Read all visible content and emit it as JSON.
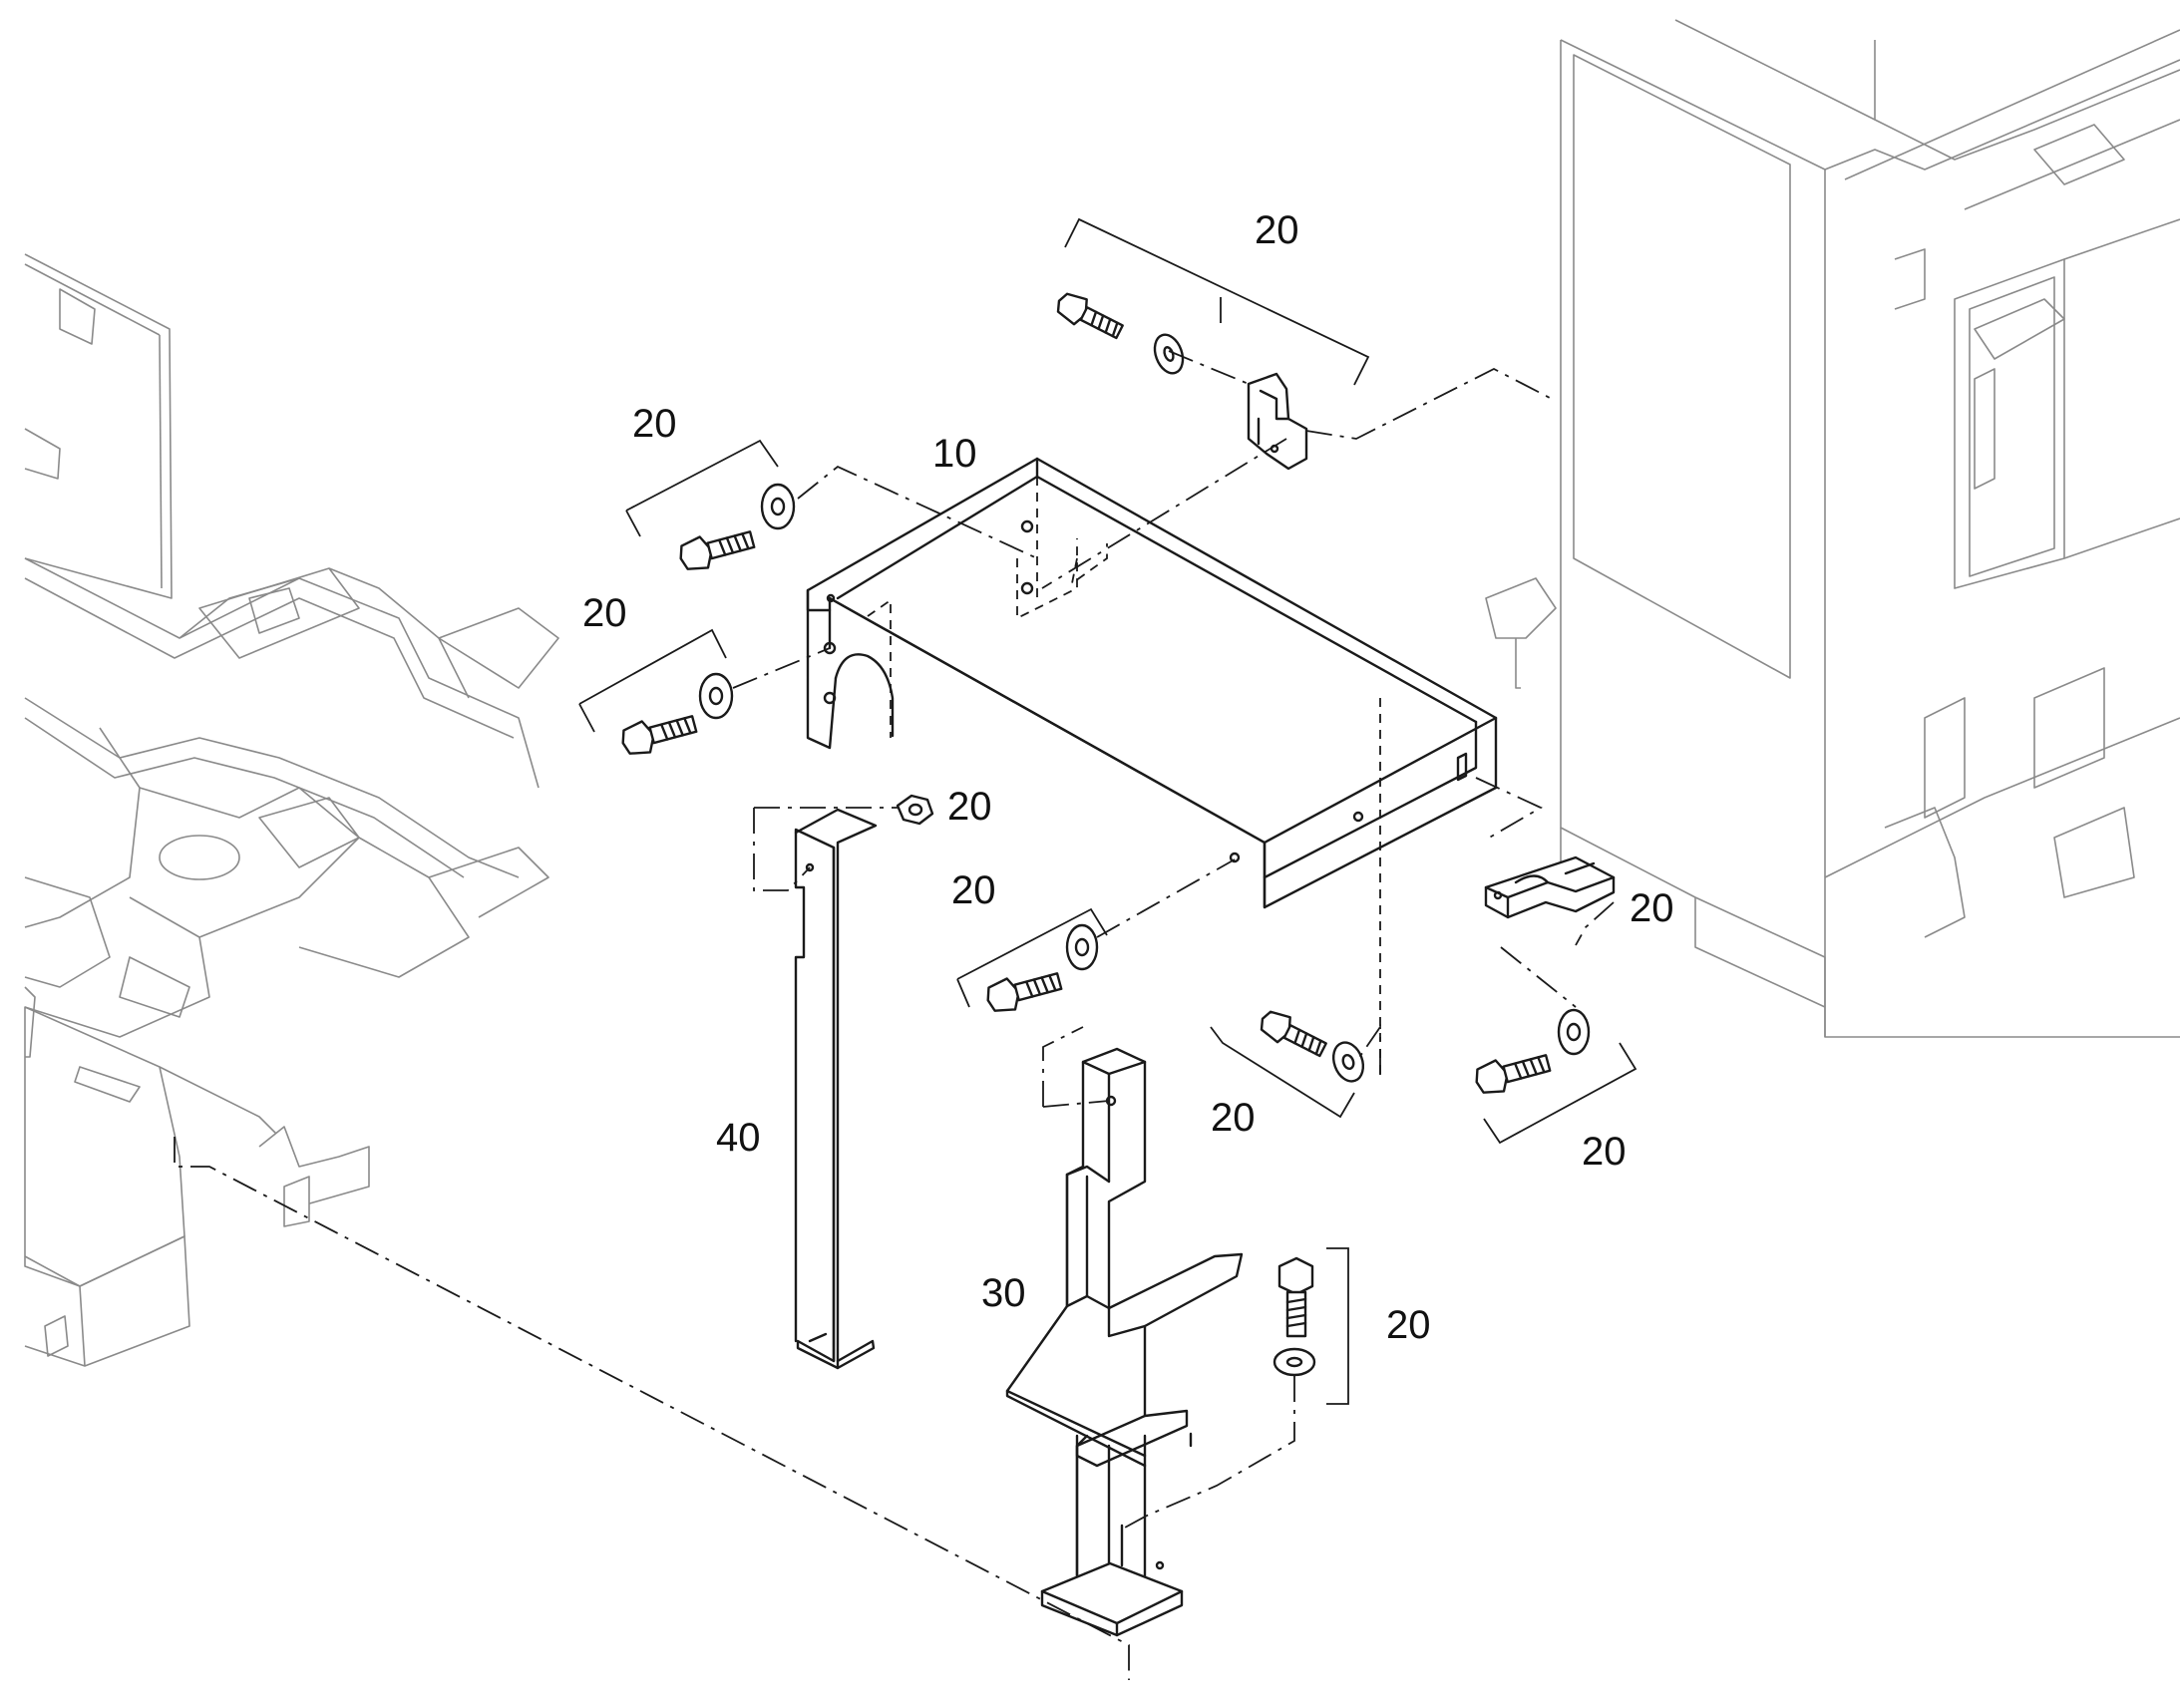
{
  "callouts": {
    "part_10": "10",
    "part_20": "20",
    "part_30": "30",
    "part_40": "40"
  },
  "colors": {
    "line": "#1a1a1a",
    "context_line": "#8a8a8a",
    "background": "#ffffff"
  }
}
